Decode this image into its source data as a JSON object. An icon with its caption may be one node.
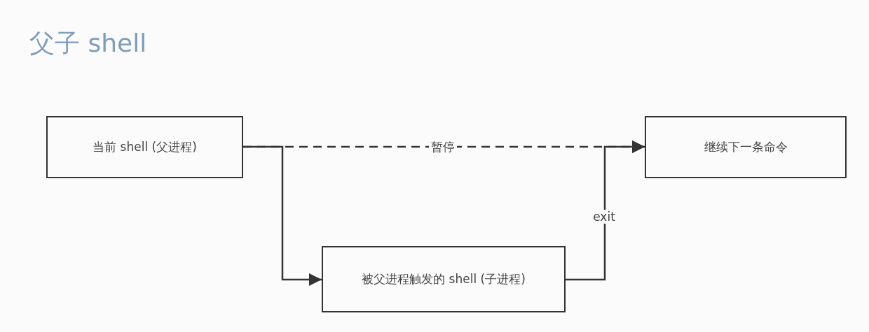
{
  "diagram": {
    "title": "父子 shell",
    "nodes": [
      {
        "text": [
          "当前 shell (父进程)"
        ]
      },
      {
        "text": [
          "继续下一条命令"
        ]
      },
      {
        "text": [
          "被父进程触发的 shell (子进程)"
        ]
      }
    ],
    "edges": [
      {
        "from": 0,
        "to": 1,
        "arrow": "to",
        "label": "暂停",
        "style": "dashed"
      },
      {
        "from": 0,
        "to": 2,
        "arrow": "to"
      },
      {
        "from": 2,
        "to": 1,
        "arrow": "to",
        "label": "exit"
      }
    ]
  }
}
